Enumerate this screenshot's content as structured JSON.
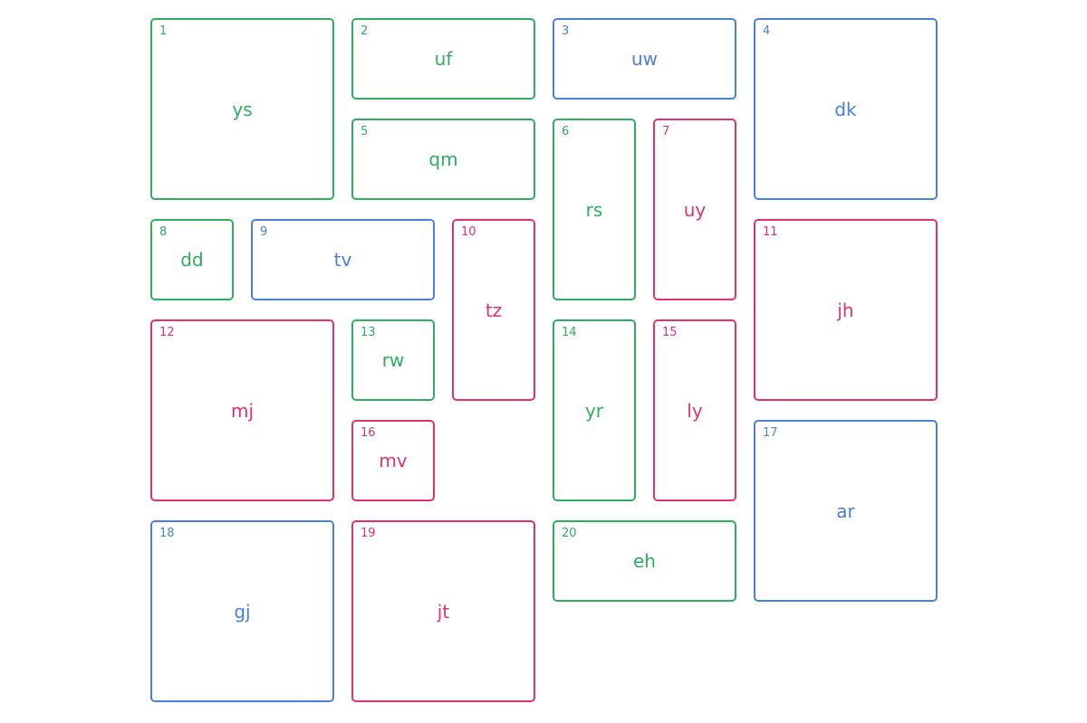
{
  "palette": {
    "green": "#2fae60",
    "blue": "#4a80d9",
    "red": "#e0336b"
  },
  "background": "#ffffff",
  "boxes": [
    {
      "number": "1",
      "label": "ys",
      "color": "green",
      "col": 1,
      "row": 1,
      "colspan": 2,
      "rowspan": 2
    },
    {
      "number": "2",
      "label": "uf",
      "color": "green",
      "col": 3,
      "row": 1,
      "colspan": 2,
      "rowspan": 1
    },
    {
      "number": "3",
      "label": "uw",
      "color": "blue",
      "col": 5,
      "row": 1,
      "colspan": 2,
      "rowspan": 1
    },
    {
      "number": "4",
      "label": "dk",
      "color": "blue",
      "col": 7,
      "row": 1,
      "colspan": 2,
      "rowspan": 2
    },
    {
      "number": "5",
      "label": "qm",
      "color": "green",
      "col": 3,
      "row": 2,
      "colspan": 2,
      "rowspan": 1
    },
    {
      "number": "6",
      "label": "rs",
      "color": "green",
      "col": 5,
      "row": 2,
      "colspan": 1,
      "rowspan": 2
    },
    {
      "number": "7",
      "label": "uy",
      "color": "red",
      "col": 6,
      "row": 2,
      "colspan": 1,
      "rowspan": 2
    },
    {
      "number": "8",
      "label": "dd",
      "color": "green",
      "col": 1,
      "row": 3,
      "colspan": 1,
      "rowspan": 1
    },
    {
      "number": "9",
      "label": "tv",
      "color": "blue",
      "col": 2,
      "row": 3,
      "colspan": 2,
      "rowspan": 1
    },
    {
      "number": "10",
      "label": "tz",
      "color": "red",
      "col": 4,
      "row": 3,
      "colspan": 1,
      "rowspan": 2
    },
    {
      "number": "11",
      "label": "jh",
      "color": "red",
      "col": 7,
      "row": 3,
      "colspan": 2,
      "rowspan": 2
    },
    {
      "number": "12",
      "label": "mj",
      "color": "red",
      "col": 1,
      "row": 4,
      "colspan": 2,
      "rowspan": 2
    },
    {
      "number": "13",
      "label": "rw",
      "color": "green",
      "col": 3,
      "row": 4,
      "colspan": 1,
      "rowspan": 1
    },
    {
      "number": "14",
      "label": "yr",
      "color": "green",
      "col": 5,
      "row": 4,
      "colspan": 1,
      "rowspan": 2
    },
    {
      "number": "15",
      "label": "ly",
      "color": "red",
      "col": 6,
      "row": 4,
      "colspan": 1,
      "rowspan": 2
    },
    {
      "number": "16",
      "label": "mv",
      "color": "red",
      "col": 3,
      "row": 5,
      "colspan": 1,
      "rowspan": 1
    },
    {
      "number": "17",
      "label": "ar",
      "color": "blue",
      "col": 7,
      "row": 5,
      "colspan": 2,
      "rowspan": 2
    },
    {
      "number": "18",
      "label": "gj",
      "color": "blue",
      "col": 1,
      "row": 6,
      "colspan": 2,
      "rowspan": 2
    },
    {
      "number": "19",
      "label": "jt",
      "color": "red",
      "col": 3,
      "row": 6,
      "colspan": 2,
      "rowspan": 2
    },
    {
      "number": "20",
      "label": "eh",
      "color": "green",
      "col": 5,
      "row": 6,
      "colspan": 2,
      "rowspan": 1
    }
  ]
}
